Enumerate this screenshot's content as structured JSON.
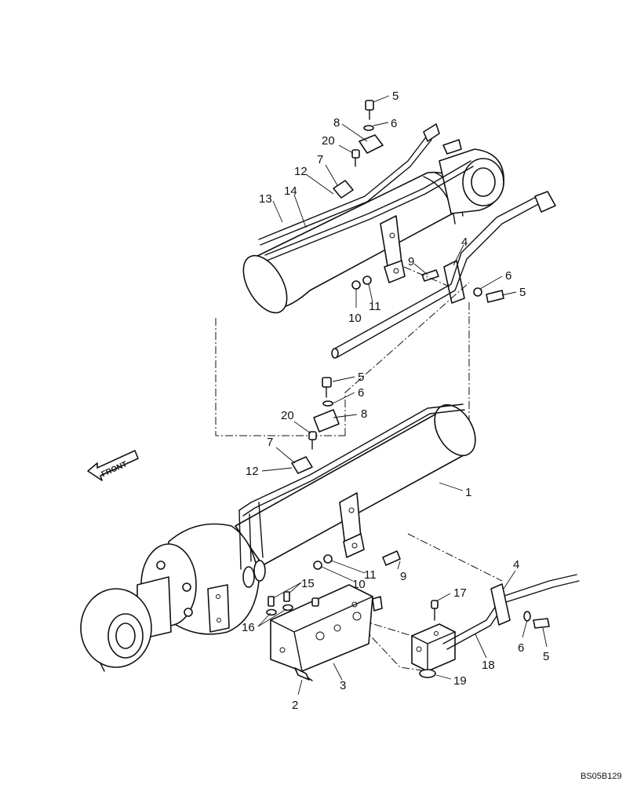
{
  "drawing": {
    "code": "BS05B129",
    "front_label": "FRONT"
  },
  "callouts": {
    "upper": {
      "n5a": "5",
      "n6a": "6",
      "n8": "8",
      "n20": "20",
      "n7": "7",
      "n12": "12",
      "n13": "13",
      "n14": "14",
      "n9": "9",
      "n4": "4",
      "n6b": "6",
      "n5b": "5",
      "n10": "10",
      "n11": "11"
    },
    "lower": {
      "n5a": "5",
      "n6a": "6",
      "n8": "8",
      "n20": "20",
      "n7": "7",
      "n12": "12",
      "n1": "1",
      "n11": "11",
      "n9": "9",
      "n10": "10",
      "n15": "15",
      "n16": "16",
      "n2": "2",
      "n3": "3",
      "n17": "17",
      "n4": "4",
      "n6b": "6",
      "n5b": "5",
      "n18": "18",
      "n19": "19"
    }
  }
}
